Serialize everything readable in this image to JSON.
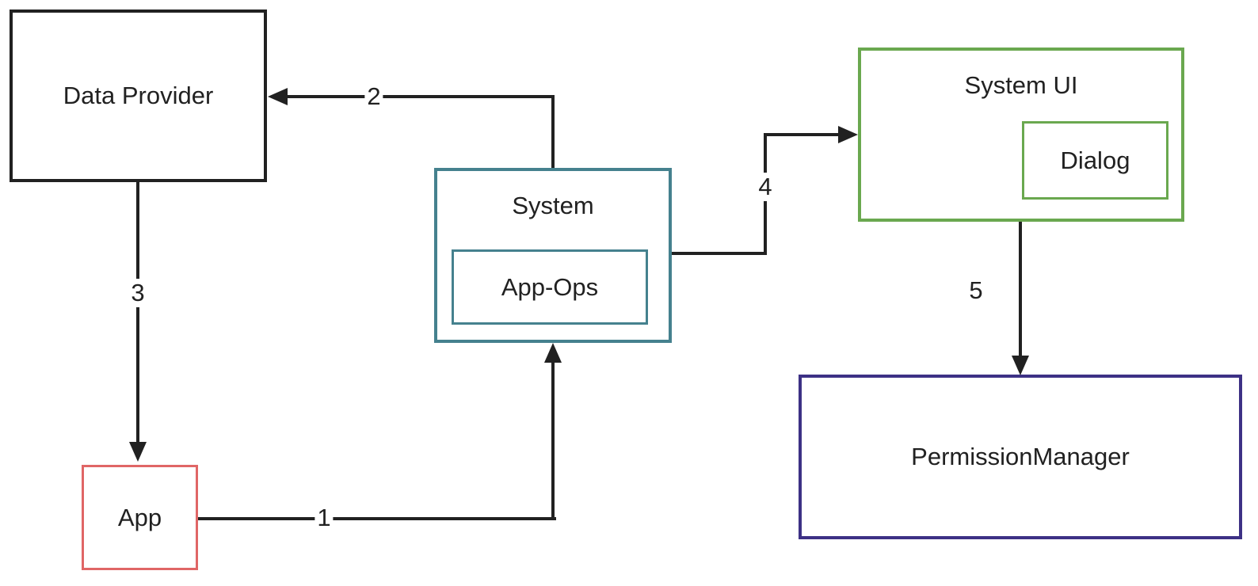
{
  "colors": {
    "background": "#ffffff",
    "line": "#212121",
    "data_provider_border": "#212121",
    "app_border": "#e06666",
    "system_border": "#45818e",
    "system_ui_border": "#6aa84f",
    "permission_manager_border": "#3d3185"
  },
  "nodes": [
    {
      "id": "data-provider",
      "label": "Data Provider",
      "border": "#212121"
    },
    {
      "id": "app",
      "label": "App",
      "border": "#e06666"
    },
    {
      "id": "system",
      "label": "System",
      "border": "#45818e"
    },
    {
      "id": "app-ops",
      "label": "App-Ops",
      "border": "#45818e"
    },
    {
      "id": "system-ui",
      "label": "System UI",
      "border": "#6aa84f"
    },
    {
      "id": "dialog",
      "label": "Dialog",
      "border": "#6aa84f"
    },
    {
      "id": "permission-manager",
      "label": "PermissionManager",
      "border": "#3d3185"
    }
  ],
  "edges": [
    {
      "label": "1",
      "from": "App",
      "to": "System"
    },
    {
      "label": "2",
      "from": "System",
      "to": "Data Provider"
    },
    {
      "label": "3",
      "from": "Data Provider",
      "to": "App"
    },
    {
      "label": "4",
      "from": "System",
      "to": "System UI"
    },
    {
      "label": "5",
      "from": "System UI",
      "to": "PermissionManager"
    }
  ]
}
